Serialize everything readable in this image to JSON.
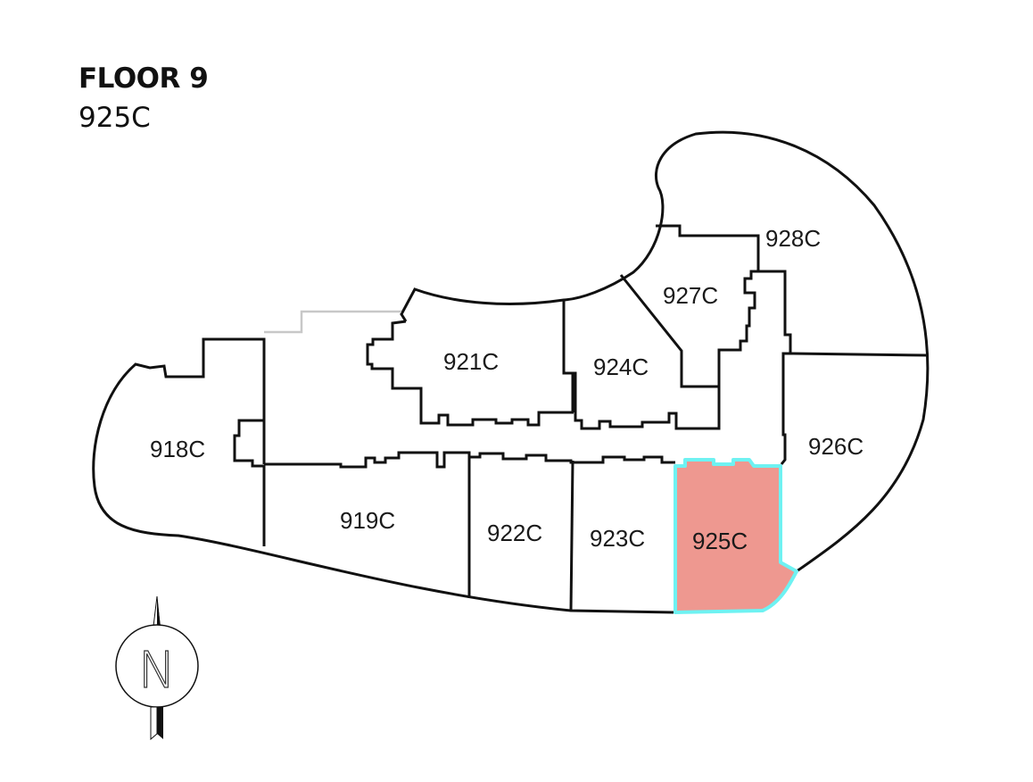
{
  "header": {
    "floor_title": "FLOOR 9",
    "selected_unit": "925C"
  },
  "colors": {
    "selected_fill": "#EE9890",
    "selected_outline": "#6EF2F2",
    "wall": "#111111",
    "background": "#FFFFFF"
  },
  "units": [
    {
      "id": "918C",
      "label": "918C",
      "selected": false
    },
    {
      "id": "919C",
      "label": "919C",
      "selected": false
    },
    {
      "id": "921C",
      "label": "921C",
      "selected": false
    },
    {
      "id": "922C",
      "label": "922C",
      "selected": false
    },
    {
      "id": "923C",
      "label": "923C",
      "selected": false
    },
    {
      "id": "924C",
      "label": "924C",
      "selected": false
    },
    {
      "id": "925C",
      "label": "925C",
      "selected": true
    },
    {
      "id": "926C",
      "label": "926C",
      "selected": false
    },
    {
      "id": "927C",
      "label": "927C",
      "selected": false
    },
    {
      "id": "928C",
      "label": "928C",
      "selected": false
    }
  ],
  "compass": {
    "label": "N",
    "icon": "north-arrow-icon"
  }
}
